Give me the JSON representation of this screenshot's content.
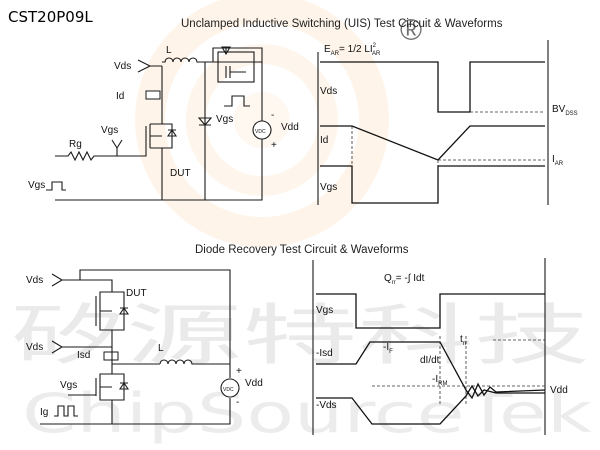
{
  "part_number": "CST20P09L",
  "watermark": {
    "chinese": "矽源特科技",
    "english": "ChipSourceTek",
    "registered_mark": "®"
  },
  "uis": {
    "title": "Unclamped Inductive Switching (UIS) Test Circuit & Waveforms",
    "circuit": {
      "vds": "Vds",
      "inductor": "L",
      "id": "Id",
      "rg": "Rg",
      "vgs": "Vgs",
      "vgs_source": "Vgs",
      "dut": "DUT",
      "vgs_driver": "Vgs",
      "vdd": "Vdd",
      "vdc": "VDC",
      "minus": "-",
      "plus": "+"
    },
    "waveforms": {
      "energy_eq": "E",
      "energy_sub": "AR",
      "energy_rhs": "= 1/2 LI",
      "energy_sup": "2",
      "energy_sub2": "AR",
      "vds": "Vds",
      "id": "Id",
      "vgs": "Vgs",
      "bv": "BV",
      "bv_sub": "DSS",
      "iar": "I",
      "iar_sub": "AR"
    }
  },
  "diode": {
    "title": "Diode Recovery Test Circuit & Waveforms",
    "circuit": {
      "vds_top": "Vds",
      "dut": "DUT",
      "vds_bottom": "Vds",
      "isd": "Isd",
      "inductor": "L",
      "vgs": "Vgs",
      "ig": "Ig",
      "vdd": "Vdd",
      "vdc": "VDC",
      "plus": "+",
      "minus": "-"
    },
    "waveforms": {
      "qrr": "Q",
      "qrr_sub": "rr",
      "qrr_rhs": "= -∫ Idt",
      "vgs": "Vgs",
      "isd": "-Isd",
      "if": "-I",
      "if_sub": "F",
      "didt": "dI/dt",
      "trr": "t",
      "trr_sub": "rr",
      "irm": "-I",
      "irm_sub": "RM",
      "vds": "-Vds",
      "vdd": "Vdd"
    }
  }
}
